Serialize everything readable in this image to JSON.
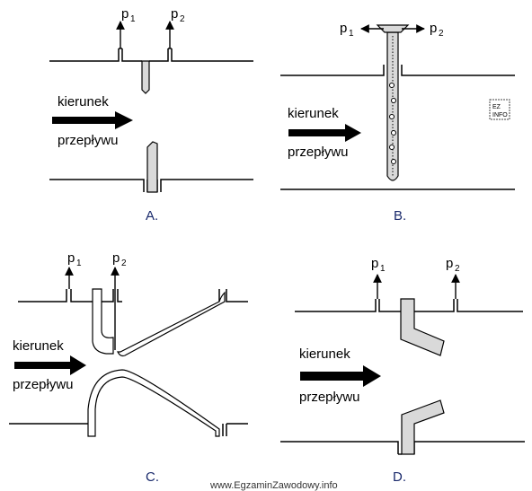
{
  "panels": {
    "a": {
      "caption": "A.",
      "p1": "p",
      "p1_sub": "1",
      "p2": "p",
      "p2_sub": "2",
      "flow_word1": "kierunek",
      "flow_word2": "przepływu"
    },
    "b": {
      "caption": "B.",
      "p1": "p",
      "p1_sub": "1",
      "p2": "p",
      "p2_sub": "2",
      "flow_word1": "kierunek",
      "flow_word2": "przepływu"
    },
    "c": {
      "caption": "C.",
      "p1": "p",
      "p1_sub": "1",
      "p2": "p",
      "p2_sub": "2",
      "flow_word1": "kierunek",
      "flow_word2": "przepływu"
    },
    "d": {
      "caption": "D.",
      "p1": "p",
      "p1_sub": "1",
      "p2": "p",
      "p2_sub": "2",
      "flow_word1": "kierunek",
      "flow_word2": "przepływu"
    }
  },
  "watermark": "www.EgzaminZawodowy.info",
  "logo_text": "EZ INFO"
}
